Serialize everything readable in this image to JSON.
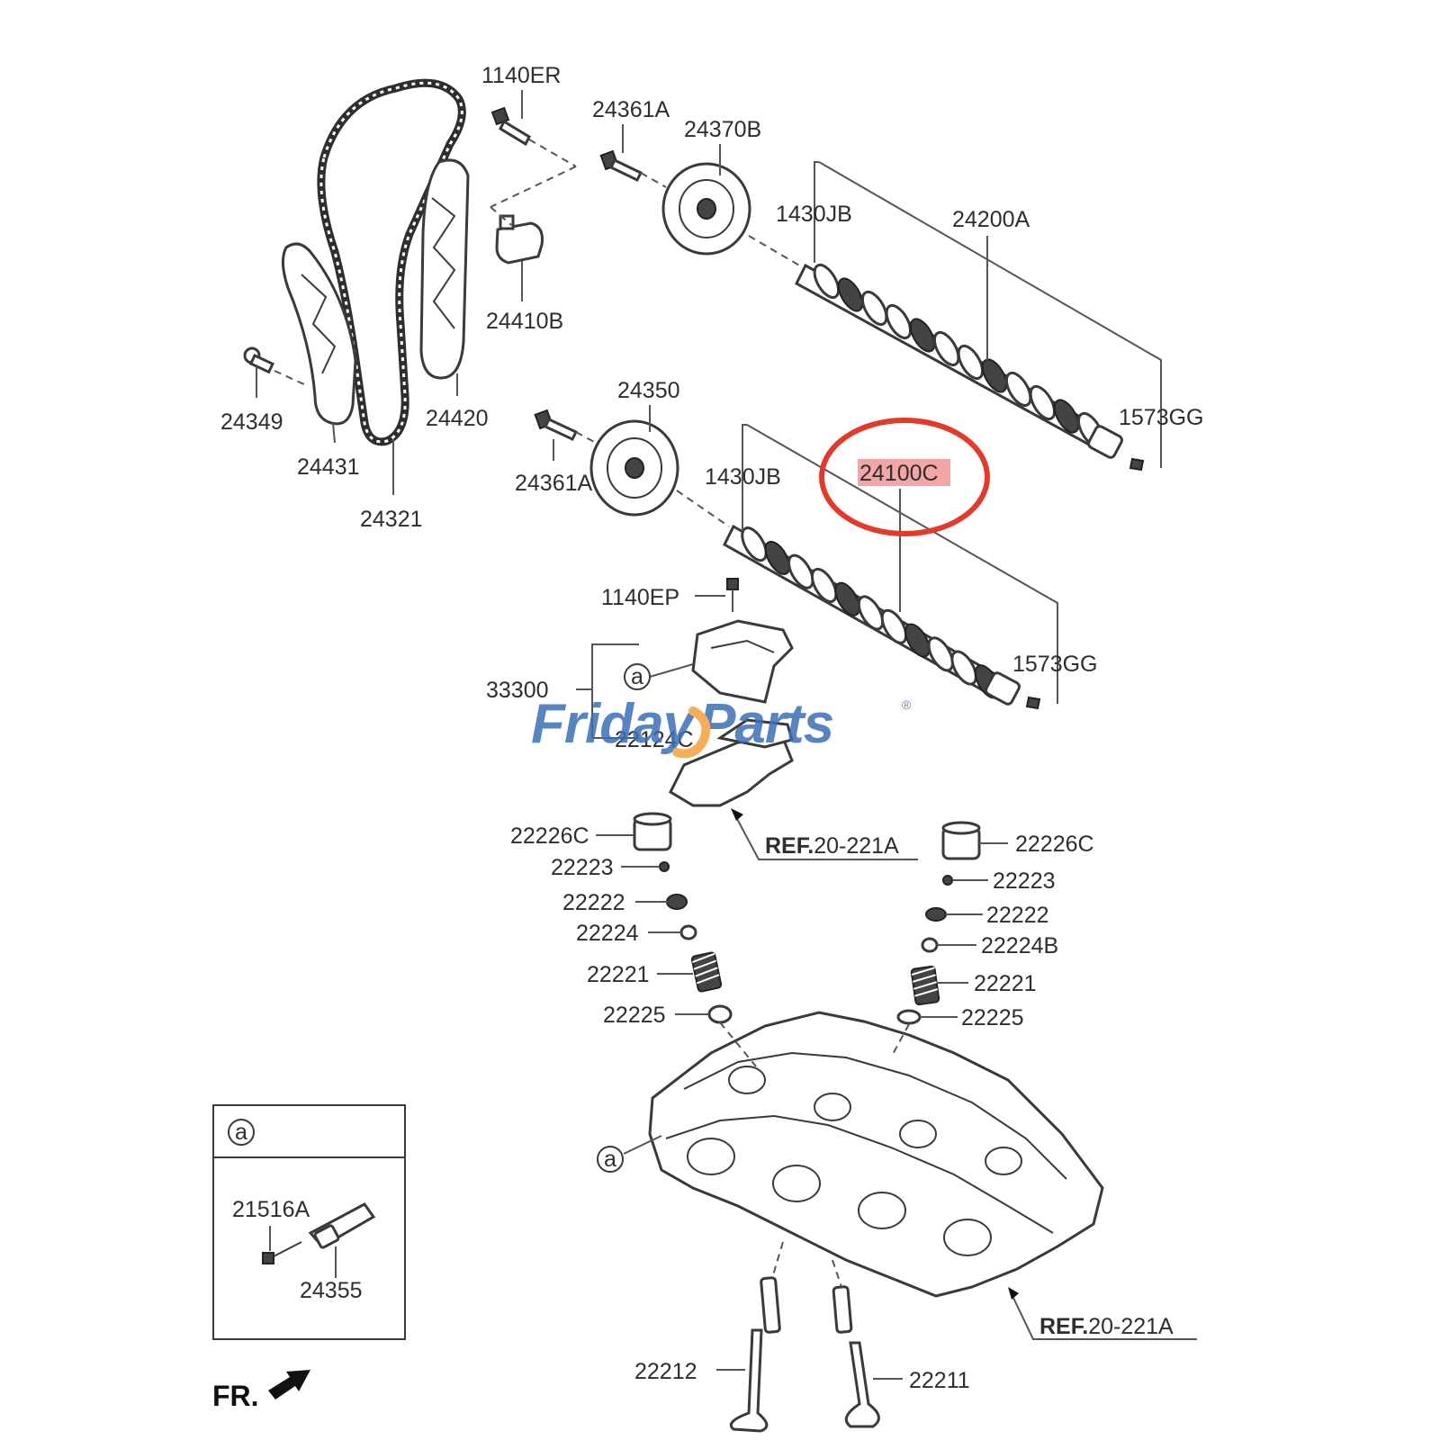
{
  "labels": {
    "p1140ER": "1140ER",
    "p24361A_top": "24361A",
    "p24370B": "24370B",
    "p1430JB_top": "1430JB",
    "p24200A": "24200A",
    "p24410B": "24410B",
    "p24349": "24349",
    "p24431": "24431",
    "p24420": "24420",
    "p24321": "24321",
    "p24350": "24350",
    "p1573GG_top": "1573GG",
    "p24361A_mid": "24361A",
    "p1430JB_mid": "1430JB",
    "p24100C": "24100C",
    "p1140EP": "1140EP",
    "p1573GG_mid": "1573GG",
    "p33300": "33300",
    "p22124C": "22124C",
    "p22226C_left": "22226C",
    "p22226C_right": "22226C",
    "p22223_left": "22223",
    "p22223_right": "22223",
    "p22222_left": "22222",
    "p22222_right": "22222",
    "p22224": "22224",
    "p22224B": "22224B",
    "p22221_left": "22221",
    "p22221_right": "22221",
    "p22225_left": "22225",
    "p22225_right": "22225",
    "p21516A": "21516A",
    "p24355": "24355",
    "p22212": "22212",
    "p22211": "22211"
  },
  "refs": {
    "ref1_bold": "REF.",
    "ref1_num": "20-221A",
    "ref2_bold": "REF.",
    "ref2_num": "20-221A"
  },
  "markers": {
    "a1": "a",
    "a2": "a",
    "a_inset": "a"
  },
  "direction_label": "FR.",
  "watermark": {
    "text_part1": "Friday",
    "text_part2": "Parts",
    "mark": "®"
  },
  "colors": {
    "highlight_ring": "#e23a2b",
    "highlight_fill": "#f3a6a6",
    "watermark_blue": "#3b6fb6",
    "watermark_orange": "#f3a13a"
  }
}
